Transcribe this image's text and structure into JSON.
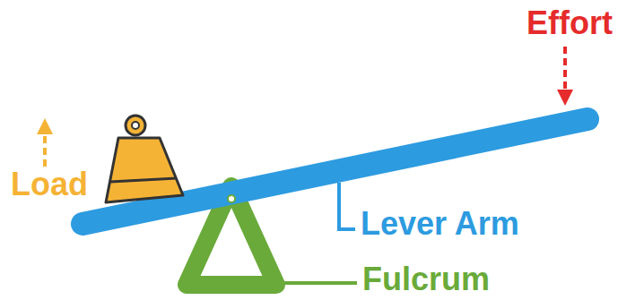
{
  "diagram": {
    "labels": [
      "Effort",
      "Load",
      "Lever Arm",
      "Fulcrum"
    ]
  }
}
